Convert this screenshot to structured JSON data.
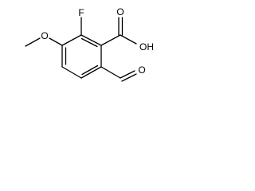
{
  "molecule": {
    "atoms": {
      "fluorine": "F",
      "carboxyl_oxygen": "O",
      "hydroxyl": "OH",
      "methoxy_oxygen": "O",
      "aldehyde_oxygen": "O"
    },
    "colors": {
      "ink": "#000000",
      "background": "#ffffff"
    }
  }
}
